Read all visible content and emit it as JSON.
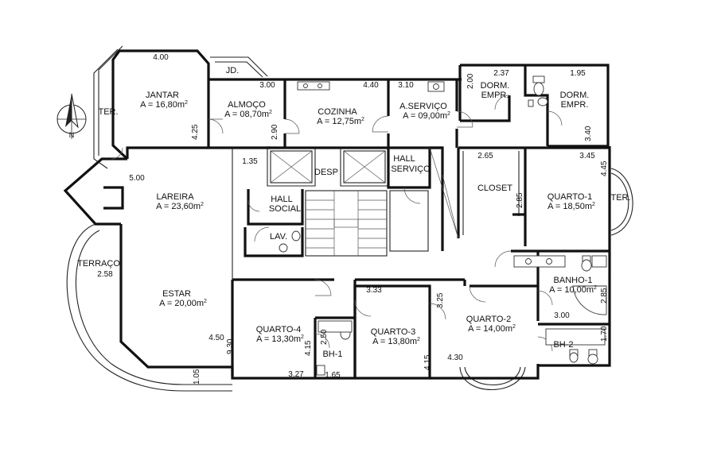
{
  "north_label": "N",
  "rooms": {
    "jantar": {
      "name": "JANTAR",
      "area": "A = 16,80m"
    },
    "almoco": {
      "name": "ALMOÇO",
      "area": "A = 08,70m"
    },
    "cozinha": {
      "name": "COZINHA",
      "area": "A = 12,75m"
    },
    "aservico": {
      "name": "A.SERVIÇO",
      "area": "A = 09,00m"
    },
    "dorm1": {
      "name1": "DORM.",
      "name2": "EMPR."
    },
    "dorm2": {
      "name1": "DORM.",
      "name2": "EMPR."
    },
    "lareira": {
      "name": "LAREIRA",
      "area": "A = 23,60m"
    },
    "estar": {
      "name": "ESTAR",
      "area": "A = 20,00m"
    },
    "terraco": {
      "name": "TERRAÇO",
      "dim": "2.58"
    },
    "desp": {
      "name": "DESP"
    },
    "hall_social": {
      "name1": "HALL",
      "name2": "SOCIAL"
    },
    "hall_servico": {
      "name1": "HALL",
      "name2": "SERVIÇO"
    },
    "lav": {
      "name": "LAV."
    },
    "closet": {
      "name": "CLOSET"
    },
    "quarto1": {
      "name": "QUARTO-1",
      "area": "A = 18,50m"
    },
    "banho1": {
      "name": "BANHO-1",
      "area": "A = 10,00m"
    },
    "quarto2": {
      "name": "QUARTO-2",
      "area": "A = 14,00m"
    },
    "quarto3": {
      "name": "QUARTO-3",
      "area": "A = 13,80m"
    },
    "quarto4": {
      "name": "QUARTO-4",
      "area": "A = 13,30m"
    },
    "bh1": {
      "name": "BH-1"
    },
    "bh2": {
      "name": "BH-2"
    },
    "ter_left": {
      "name": "TER."
    },
    "ter_right": {
      "name": "TER."
    },
    "jd": {
      "name": "JD."
    }
  },
  "superscript": "2",
  "dimensions": {
    "d_400": "4.00",
    "d_425": "4.25",
    "d_300": "3.00",
    "d_290": "2.90",
    "d_440": "4.40",
    "d_310": "3.10",
    "d_200": "2.00",
    "d_237": "2.37",
    "d_195": "1.95",
    "d_340": "3.40",
    "d_500": "5.00",
    "d_135": "1.35",
    "d_265": "2.65",
    "d_345": "3.45",
    "d_445": "4.45",
    "d_285a": "2.85",
    "d_333": "3.33",
    "d_325": "3.25",
    "d_300b": "3.00",
    "d_285b": "2.85",
    "d_170": "1.70",
    "d_450": "4.50",
    "d_930": "9.30",
    "d_105": "1.05",
    "d_415a": "4.15",
    "d_250": "2.50",
    "d_327": "3.27",
    "d_165": "1.65",
    "d_415b": "4.15",
    "d_430": "4.30"
  }
}
